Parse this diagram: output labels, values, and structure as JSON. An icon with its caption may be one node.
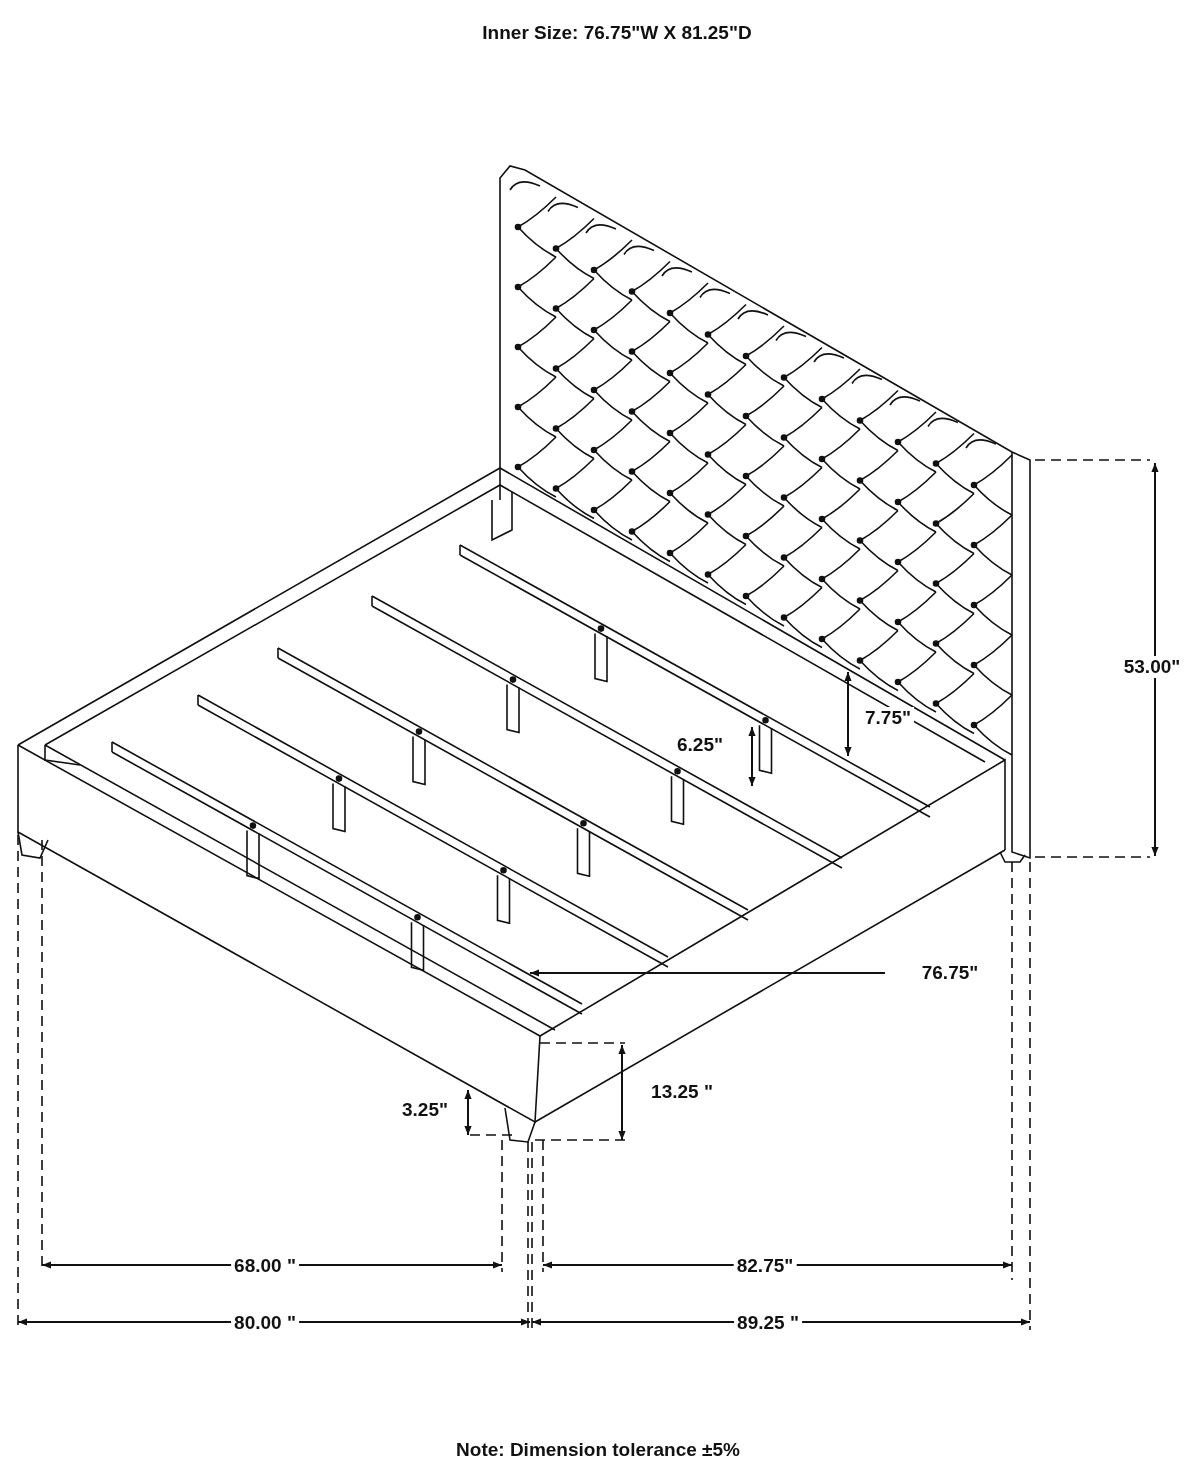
{
  "diagram": {
    "title": "Inner Size: 76.75\"W X 81.25\"D",
    "caption": "Note: Dimension tolerance ±5%",
    "labels": [
      "53.00\"",
      "7.75\"",
      "6.25\"",
      "76.75\"",
      "13.25 \"",
      "3.25\"",
      "68.00 \"",
      "82.75\"",
      "80.00 \"",
      "89.25 \""
    ]
  }
}
